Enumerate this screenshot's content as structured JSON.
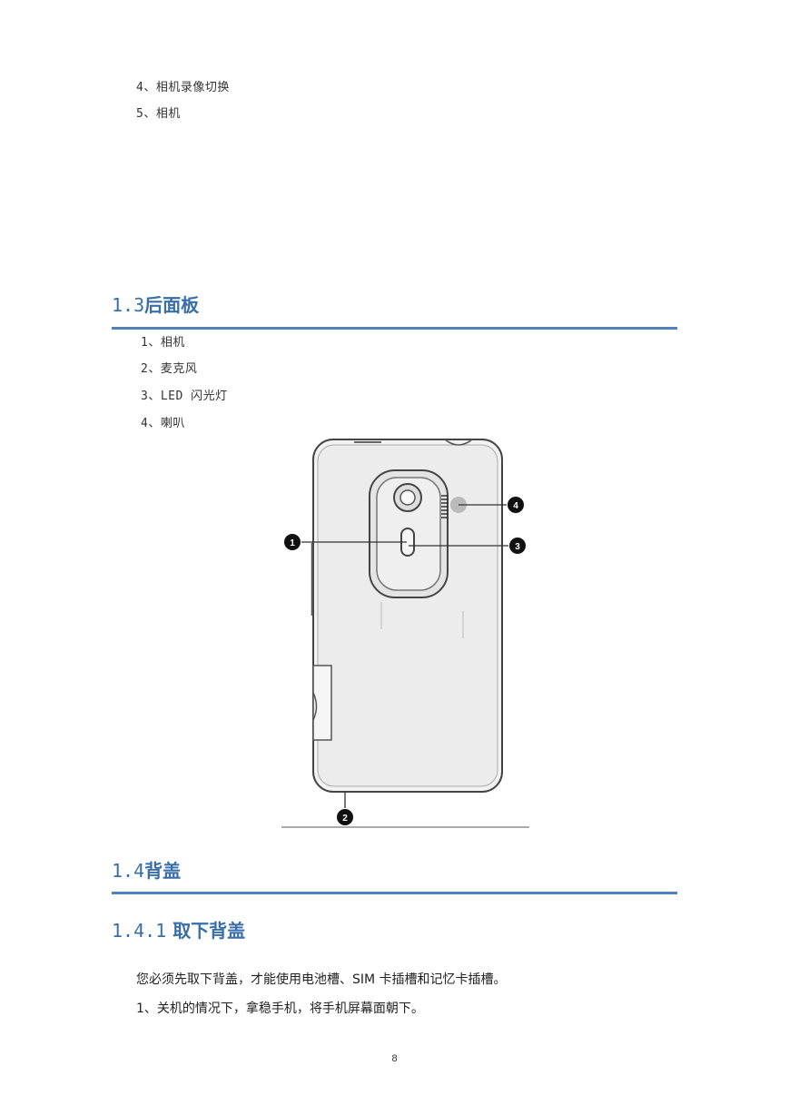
{
  "intro_list": [
    "4、相机录像切换",
    "5、相机"
  ],
  "section_1_3": {
    "number": "1.3",
    "title": "后面板",
    "items": [
      "1、相机",
      "2、麦克风",
      "3、LED 闪光灯",
      "4、喇叭"
    ]
  },
  "figure": {
    "callouts": [
      "1",
      "2",
      "3",
      "4"
    ]
  },
  "section_1_4": {
    "number": "1.4",
    "title": "背盖"
  },
  "section_1_4_1": {
    "number": "1.4.1",
    "title": "取下背盖"
  },
  "paragraphs": [
    "您必须先取下背盖，才能使用电池槽、SIM 卡插槽和记忆卡插槽。",
    "1、关机的情况下，拿稳手机，将手机屏幕面朝下。"
  ],
  "page_number": "8"
}
